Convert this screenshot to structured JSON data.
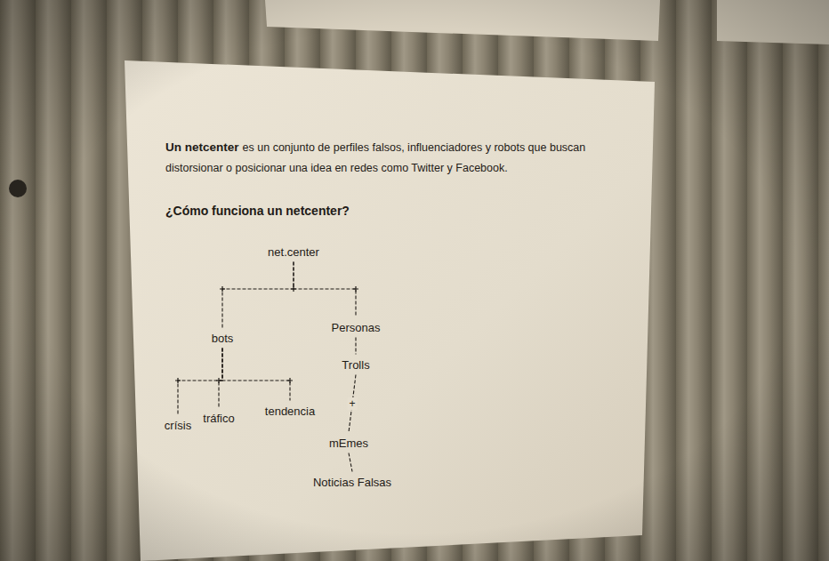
{
  "diagram": {
    "title": "¿Cómo funciona un netcenter?",
    "nodes": [
      {
        "text": [
          "net.center"
        ]
      },
      {
        "text": [
          "bots"
        ]
      },
      {
        "text": [
          "Personas"
        ]
      },
      {
        "text": [
          "crísis"
        ]
      },
      {
        "text": [
          "tráfico"
        ]
      },
      {
        "text": [
          "tendencia"
        ]
      },
      {
        "text": [
          "Trolls"
        ]
      },
      {
        "text": [
          "mEmes"
        ]
      },
      {
        "text": [
          "Noticias Falsas"
        ]
      }
    ],
    "edges": [
      {
        "from": 0,
        "to": 1,
        "arrow": "none"
      },
      {
        "from": 0,
        "to": 2,
        "arrow": "none"
      },
      {
        "from": 1,
        "to": 3,
        "arrow": "none"
      },
      {
        "from": 1,
        "to": 4,
        "arrow": "none"
      },
      {
        "from": 1,
        "to": 5,
        "arrow": "none"
      },
      {
        "from": 2,
        "to": 6,
        "arrow": "none"
      },
      {
        "from": 6,
        "to": 7,
        "label": "+",
        "arrow": "none"
      },
      {
        "from": 7,
        "to": 8,
        "arrow": "none"
      }
    ],
    "labels": [
      "Un netcenter",
      "es un conjunto de perfiles falsos, influenciadores y robots que buscan distorsionar o posicionar una idea en redes como Twitter y Facebook."
    ]
  }
}
